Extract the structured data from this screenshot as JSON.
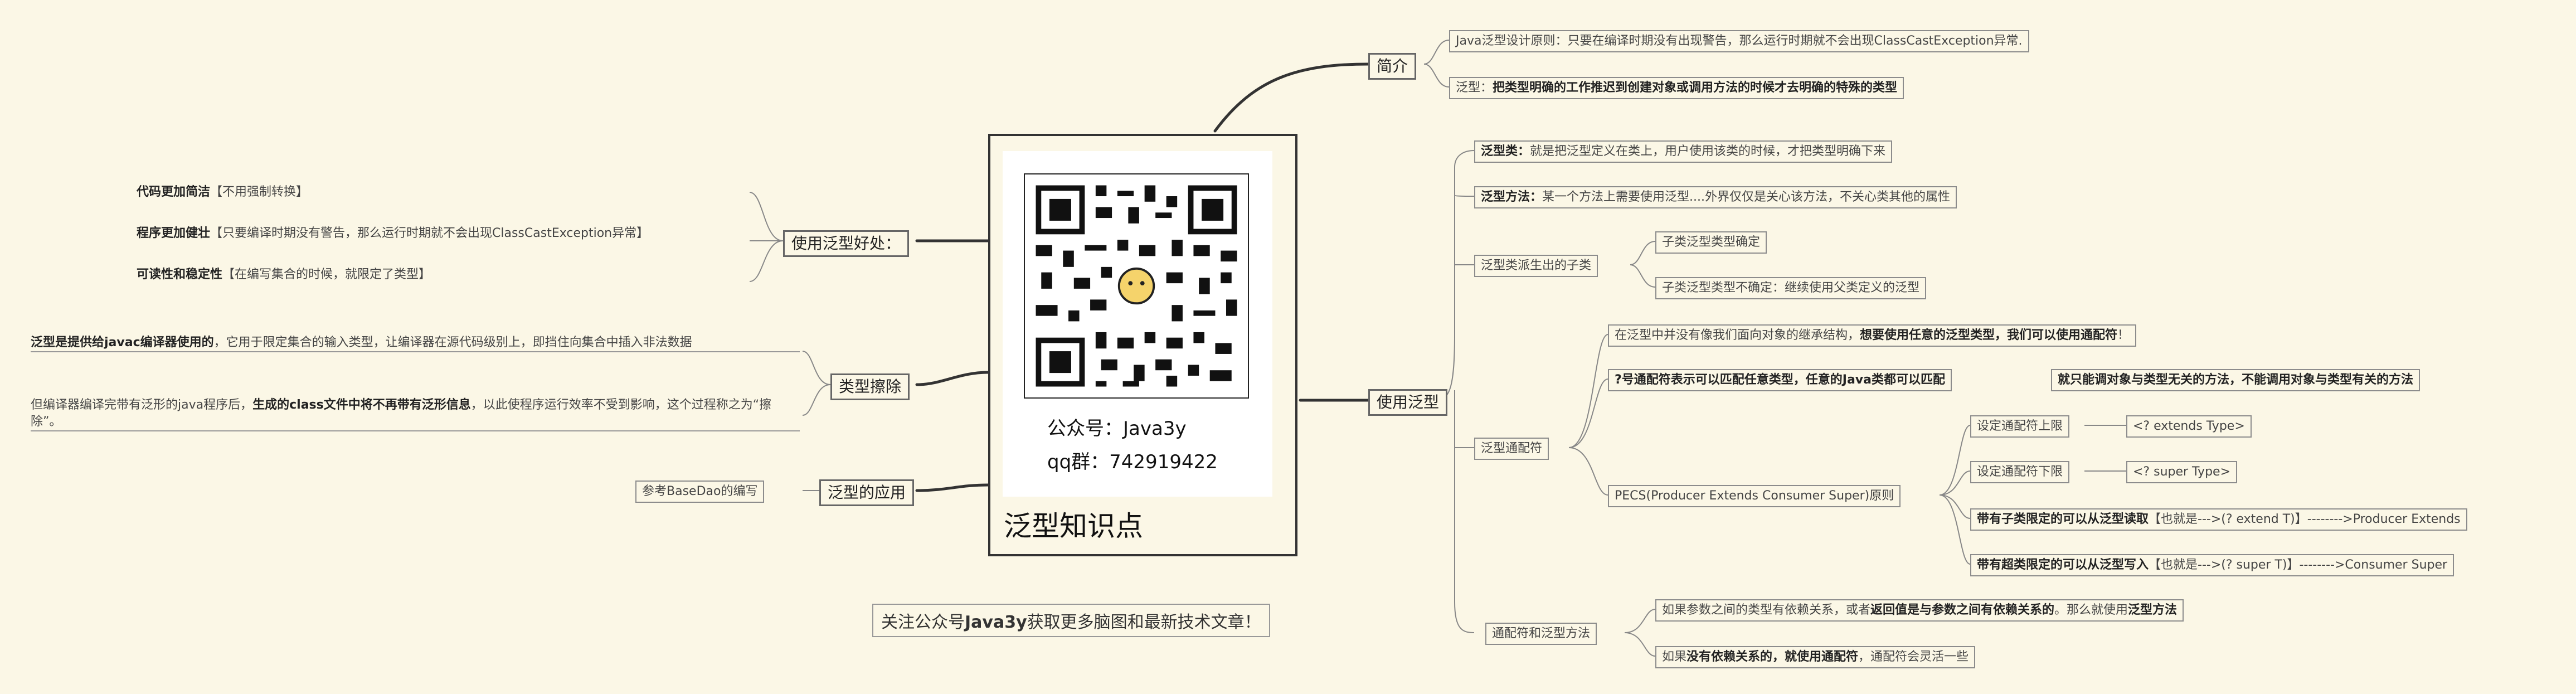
{
  "center": {
    "title": "泛型知识点",
    "qr_line1": "公众号：Java3y",
    "qr_line2": "qq群：742919422"
  },
  "footer": {
    "pre": "关注公众号",
    "bold": "Java3y",
    "post": "获取更多脑图和最新技术文章！"
  },
  "left": {
    "benefits": {
      "label": "使用泛型好处：",
      "items": [
        {
          "bold": "代码更加简洁",
          "rest": "【不用强制转换】"
        },
        {
          "bold": "程序更加健壮",
          "rest": "【只要编译时期没有警告，那么运行时期就不会出现ClassCastException异常】"
        },
        {
          "bold": "可读性和稳定性",
          "rest": "【在编写集合的时候，就限定了类型】"
        }
      ]
    },
    "erasure": {
      "label": "类型擦除",
      "item1": {
        "bold": "泛型是提供给javac编译器使用的",
        "rest": "，它用于限定集合的输入类型，让编译器在源代码级别上，即挡住向集合中插入非法数据"
      },
      "item2": {
        "pre": "但编译器编译完带有泛形的java程序后，",
        "bold": "生成的class文件中将不再带有泛形信息",
        "rest": "，以此使程序运行效率不受到影响，这个过程称之为“擦除”。"
      }
    },
    "application": {
      "label": "泛型的应用",
      "item": "参考BaseDao的编写"
    }
  },
  "right": {
    "intro": {
      "label": "简介",
      "item1": "Java泛型设计原则：只要在编译时期没有出现警告，那么运行时期就不会出现ClassCastException异常.",
      "item2": {
        "pre": "泛型：",
        "bold": "把类型明确的工作推迟到创建对象或调用方法的时候才去明确的特殊的类型"
      }
    },
    "use": {
      "label": "使用泛型",
      "generic_class": {
        "bold": "泛型类：",
        "rest": "就是把泛型定义在类上，用户使用该类的时候，才把类型明确下来"
      },
      "generic_method": {
        "bold": "泛型方法：",
        "rest": "某一个方法上需要使用泛型....外界仅仅是关心该方法，不关心类其他的属性"
      },
      "subclass": {
        "label": "泛型类派生出的子类",
        "item1": "子类泛型类型确定",
        "item2": "子类泛型类型不确定：继续使用父类定义的泛型"
      },
      "wildcard": {
        "label": "泛型通配符",
        "item1": {
          "pre": "在泛型中并没有像我们面向对象的继承结构，",
          "bold": "想要使用任意的泛型类型，我们可以使用通配符",
          "rest": "！"
        },
        "item2": {
          "bold": "?号通配符表示可以匹配任意类型，任意的Java类都可以匹配"
        },
        "item2_child": {
          "bold": "就只能调对象与类型无关的方法，不能调用对象与类型有关的方法"
        },
        "pecs": {
          "label": "PECS(Producer Extends Consumer Super)原则",
          "upper": "设定通配符上限",
          "upper_val": "<? extends Type>",
          "lower": "设定通配符下限",
          "lower_val": "<? super Type>",
          "producer": {
            "bold": "带有子类限定的可以从泛型读取",
            "rest": "【也就是--->(? extend T)】-------->Producer Extends"
          },
          "consumer": {
            "bold": "带有超类限定的可以从泛型写入",
            "rest": "【也就是--->(? super T)】-------->Consumer Super"
          }
        }
      },
      "wild_vs_method": {
        "label": "通配符和泛型方法",
        "item1": {
          "pre": "如果参数之间的类型有依赖关系，或者",
          "bold": "返回值是与参数之间有依赖关系的",
          "mid": "。那么就使用",
          "bold2": "泛型方法"
        },
        "item2": {
          "pre": "如果",
          "bold": "没有依赖关系的，就使用通配符",
          "rest": "，通配符会灵活一些"
        }
      }
    }
  }
}
